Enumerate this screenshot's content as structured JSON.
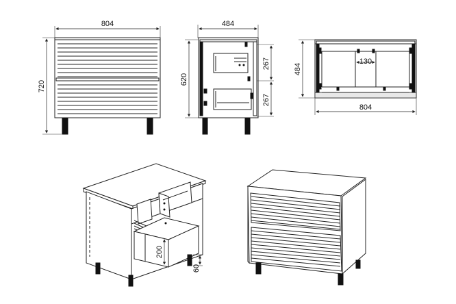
{
  "views": {
    "front": {
      "width_label": "804",
      "height_label": "720"
    },
    "side": {
      "depth_label": "484",
      "height_label": "620",
      "drawer_upper_label": "267",
      "drawer_lower_label": "267"
    },
    "top": {
      "depth_label": "484",
      "width_label": "804",
      "inner_label": "130"
    },
    "iso_open": {
      "drawer_label": "200",
      "leg_label": "60"
    }
  },
  "colors": {
    "line": "#222222",
    "background": "#ffffff"
  }
}
